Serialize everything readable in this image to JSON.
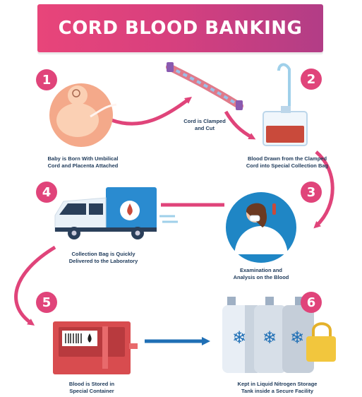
{
  "title": "CORD BLOOD BANKING",
  "accent_color": "#e0447a",
  "steps": [
    {
      "number": "1",
      "caption_lines": [
        "Baby is Born With Umbilical",
        "Cord and Placenta Attached"
      ],
      "illustration": "baby-icon"
    },
    {
      "number": "2",
      "caption_lines": [
        "Blood Drawn from the Clamped",
        "Cord into Special Collection Bag"
      ],
      "illustration": "collection-bag-icon"
    },
    {
      "number": "3",
      "caption_lines": [
        "Examination and",
        "Analysis on the Blood"
      ],
      "illustration": "lab-scientist-icon"
    },
    {
      "number": "4",
      "caption_lines": [
        "Collection Bag is Quickly",
        "Delivered to the Laboratory"
      ],
      "illustration": "delivery-truck-icon"
    },
    {
      "number": "5",
      "caption_lines": [
        "Blood is Stored in",
        "Special Container"
      ],
      "illustration": "storage-container-icon"
    },
    {
      "number": "6",
      "caption_lines": [
        "Kept in Liquid Nitrogen Storage",
        "Tank inside a Secure Facility"
      ],
      "illustration": "nitrogen-tank-icon"
    }
  ],
  "cord_label_lines": [
    "Cord is Clamped",
    "and Cut"
  ]
}
